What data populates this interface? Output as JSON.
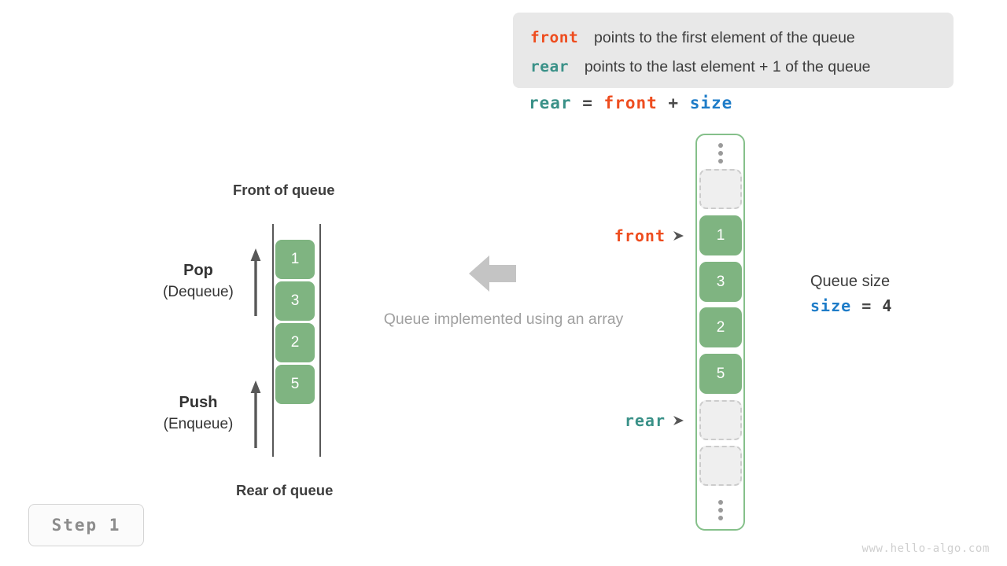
{
  "note": {
    "lines": [
      {
        "keyword": "front",
        "keyword_color": "#ee4d1f",
        "text": "points to the first element of the queue"
      },
      {
        "keyword": "rear",
        "keyword_color": "#3a9188",
        "text": "points to the last element + 1 of the queue"
      }
    ],
    "background": "#e8e8e8"
  },
  "formula": {
    "lhs": "rear",
    "eq": "=",
    "rhs1": "front",
    "plus": "+",
    "rhs2": "size"
  },
  "left_queue": {
    "top_label": "Front of queue",
    "bottom_label": "Rear of queue",
    "cells": [
      "1",
      "3",
      "2",
      "5"
    ],
    "pop": {
      "title": "Pop",
      "sub": "(Dequeue)"
    },
    "push": {
      "title": "Push",
      "sub": "(Enqueue)"
    },
    "cell_color": "#7fb481",
    "rail_color": "#585858"
  },
  "transform": {
    "caption": "Queue implemented using an array",
    "arrow_direction": "left",
    "arrow_color": "#c4c4c4"
  },
  "array": {
    "border_color": "#85c08a",
    "ellipsis_top": "vertical-ellipsis",
    "ellipsis_bottom": "vertical-ellipsis",
    "cells": [
      {
        "value": "",
        "state": "empty"
      },
      {
        "value": "1",
        "state": "filled"
      },
      {
        "value": "3",
        "state": "filled"
      },
      {
        "value": "2",
        "state": "filled"
      },
      {
        "value": "5",
        "state": "filled"
      },
      {
        "value": "",
        "state": "empty"
      },
      {
        "value": "",
        "state": "empty"
      }
    ],
    "pointers": {
      "front": {
        "label": "front",
        "color": "#ee4d1f",
        "arrow": "➤"
      },
      "rear": {
        "label": "rear",
        "color": "#3a9188",
        "arrow": "➤"
      }
    }
  },
  "queue_size": {
    "title": "Queue size",
    "var": "size",
    "eq": "=",
    "value": "4",
    "var_color": "#1e7cc8"
  },
  "step_badge": {
    "label": "Step 1"
  },
  "watermark": {
    "text": "www.hello-algo.com"
  }
}
